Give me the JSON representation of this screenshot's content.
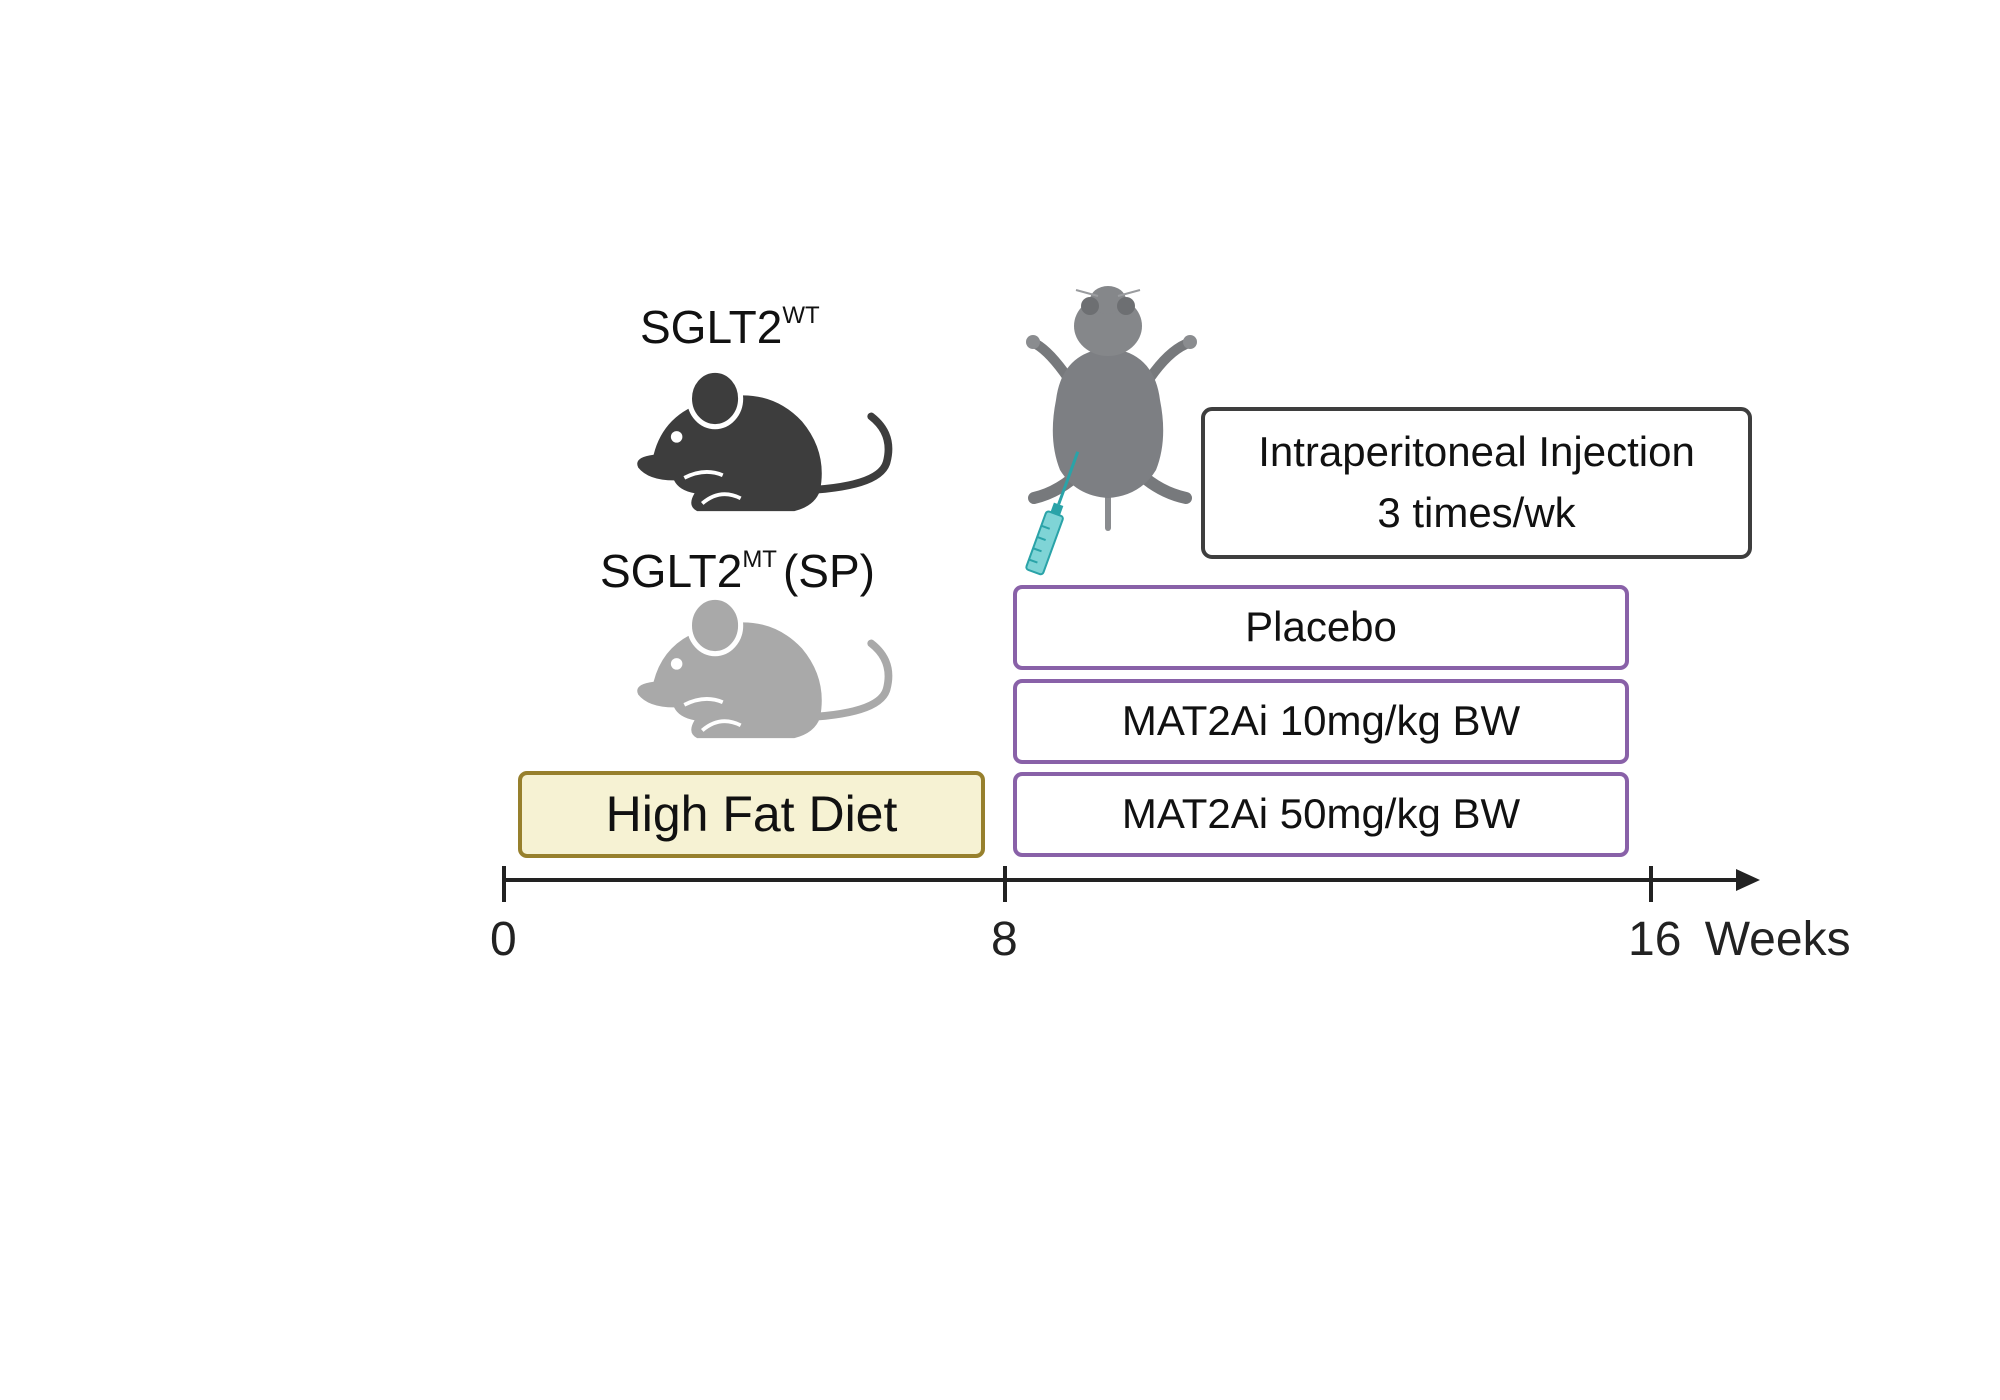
{
  "genotypes": {
    "wild_type": {
      "name": "SGLT2",
      "superscript": "WT",
      "suffix": "",
      "color": "#3d3d3d"
    },
    "mutant": {
      "name": "SGLT2",
      "superscript": "MT",
      "suffix": "(SP)",
      "color": "#a9a9a9"
    }
  },
  "diet": {
    "label": "High Fat Diet",
    "fill": "#f6f2d3",
    "border": "#97802d"
  },
  "injection": {
    "line1": "Intraperitoneal Injection",
    "line2": "3 times/wk",
    "border": "#3e3e3e"
  },
  "treatments": [
    {
      "label": "Placebo"
    },
    {
      "label": "MAT2Ai 10mg/kg BW"
    },
    {
      "label": "MAT2Ai 50mg/kg BW"
    }
  ],
  "treatment_border": "#8961a8",
  "timeline": {
    "ticks": [
      "0",
      "8",
      "16"
    ],
    "unit": "Weeks",
    "axis_color": "#222222"
  },
  "icons": [
    "mouse-wild-type-icon",
    "mouse-mutant-icon",
    "mouse-supine-icon",
    "syringe-icon"
  ]
}
